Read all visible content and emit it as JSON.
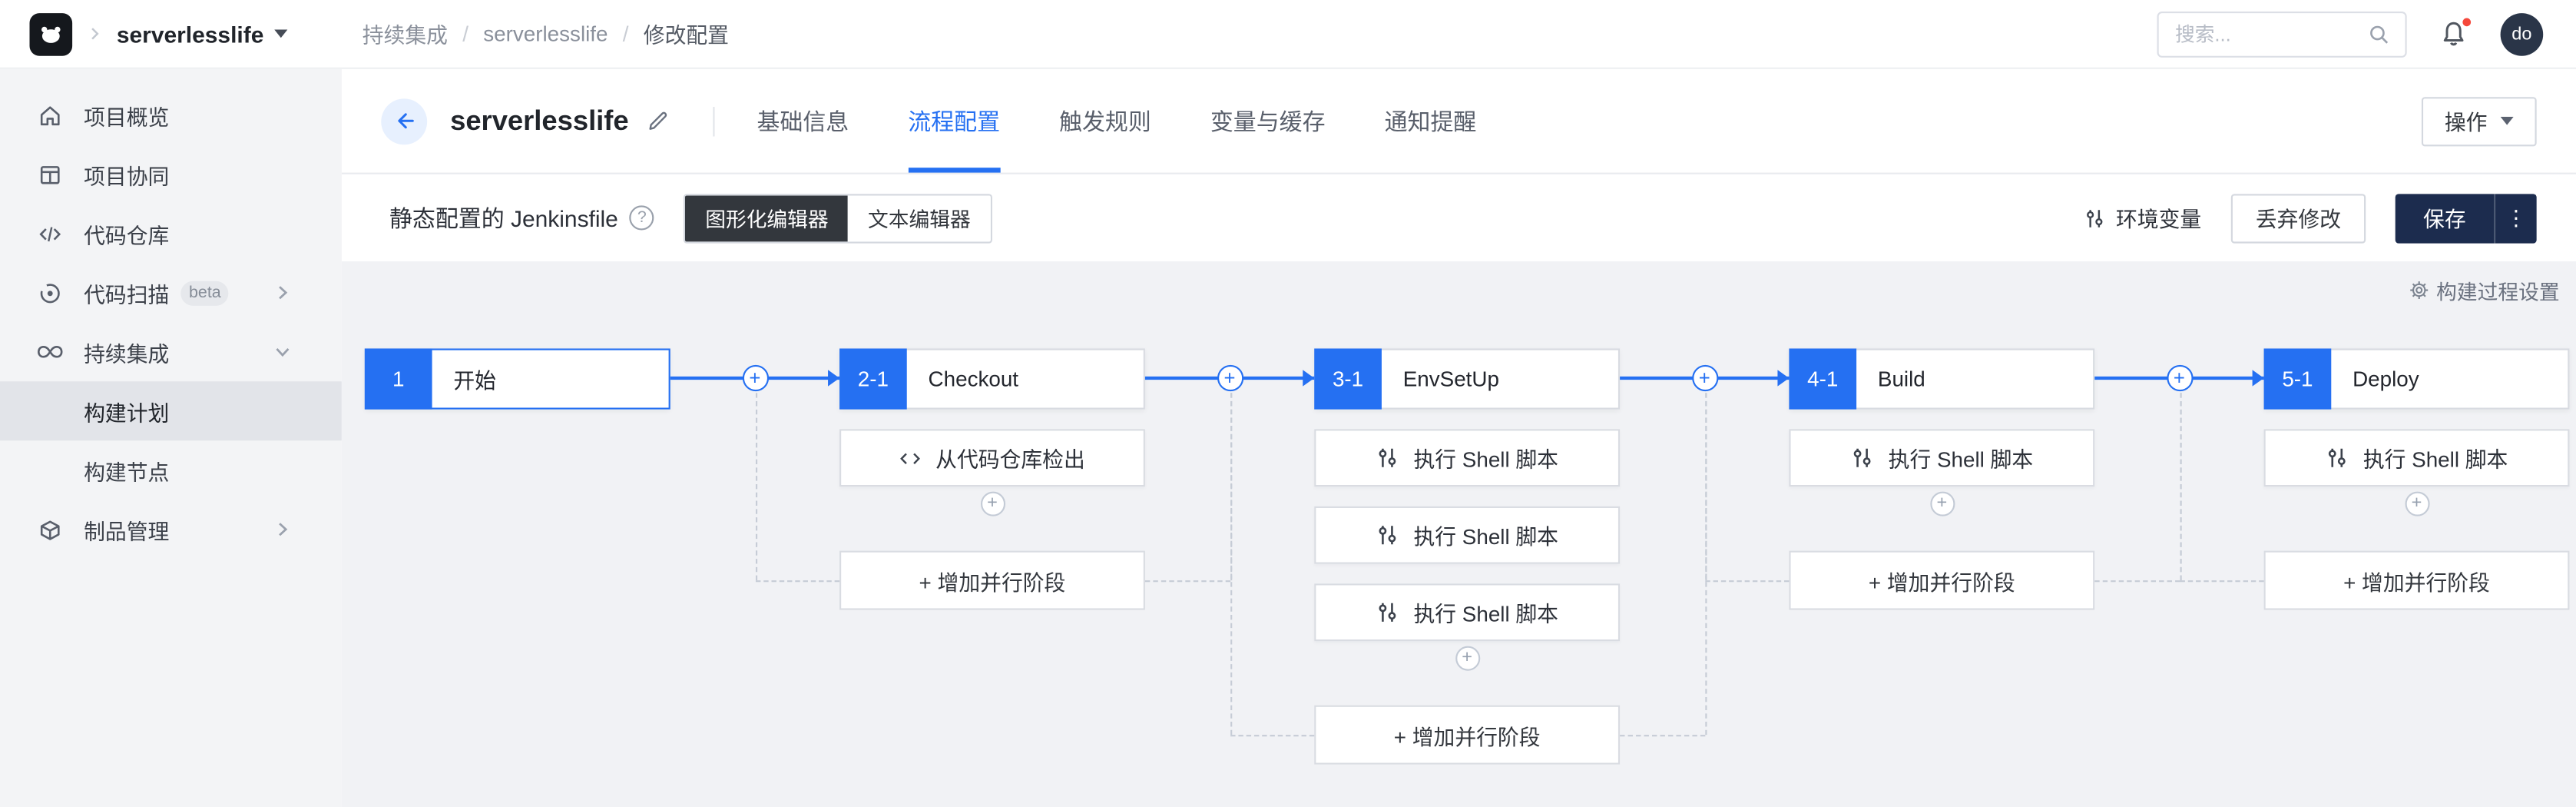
{
  "colors": {
    "accent_blue": "#2570f2",
    "save_button_navy": "#1c2c4e",
    "toggle_active_dark": "#33373d",
    "canvas_bg": "#f1f2f5",
    "sidebar_bg": "#f3f4f6",
    "notification_red": "#f5483b"
  },
  "topbar": {
    "logo_icon": "coding-logo",
    "project_selector": "serverlesslife",
    "breadcrumb": [
      "持续集成",
      "serverlesslife",
      "修改配置"
    ],
    "search_placeholder": "搜索...",
    "avatar_text": "do"
  },
  "sidebar": {
    "items": [
      {
        "label": "项目概览",
        "icon": "home-icon"
      },
      {
        "label": "项目协同",
        "icon": "board-icon"
      },
      {
        "label": "代码仓库",
        "icon": "code-icon"
      },
      {
        "label": "代码扫描",
        "icon": "scan-icon",
        "badge": "beta",
        "chevron": "right"
      },
      {
        "label": "持续集成",
        "icon": "infinity-icon",
        "chevron": "down"
      },
      {
        "label": "构建计划",
        "sub": true,
        "active": true
      },
      {
        "label": "构建节点",
        "sub": true
      },
      {
        "label": "制品管理",
        "icon": "archive-icon",
        "chevron": "right"
      }
    ]
  },
  "page_header": {
    "title": "serverlesslife",
    "tabs": [
      {
        "label": "基础信息"
      },
      {
        "label": "流程配置",
        "active": true
      },
      {
        "label": "触发规则"
      },
      {
        "label": "变量与缓存"
      },
      {
        "label": "通知提醒"
      }
    ],
    "action_button": "操作"
  },
  "toolbar": {
    "config_label": "静态配置的 Jenkinsfile",
    "editor_modes": [
      {
        "label": "图形化编辑器",
        "active": true
      },
      {
        "label": "文本编辑器"
      }
    ],
    "env_button": "环境变量",
    "discard_button": "丢弃修改",
    "save_button": "保存"
  },
  "canvas": {
    "settings_button": "构建过程设置",
    "add_parallel_label": "+ 增加并行阶段",
    "stages": [
      {
        "num": "1",
        "name": "开始",
        "selected": true,
        "jobs": [],
        "add_parallel": false
      },
      {
        "num": "2-1",
        "name": "Checkout",
        "jobs": [
          {
            "icon": "code-icon",
            "label": "从代码仓库检出"
          }
        ],
        "add_parallel": true
      },
      {
        "num": "3-1",
        "name": "EnvSetUp",
        "jobs": [
          {
            "icon": "sliders-icon",
            "label": "执行 Shell 脚本"
          },
          {
            "icon": "sliders-icon",
            "label": "执行 Shell 脚本"
          },
          {
            "icon": "sliders-icon",
            "label": "执行 Shell 脚本"
          }
        ],
        "add_parallel": true
      },
      {
        "num": "4-1",
        "name": "Build",
        "jobs": [
          {
            "icon": "sliders-icon",
            "label": "执行 Shell 脚本"
          }
        ],
        "add_parallel": true
      },
      {
        "num": "5-1",
        "name": "Deploy",
        "jobs": [
          {
            "icon": "sliders-icon",
            "label": "执行 Shell 脚本"
          }
        ],
        "add_parallel": true
      }
    ]
  }
}
